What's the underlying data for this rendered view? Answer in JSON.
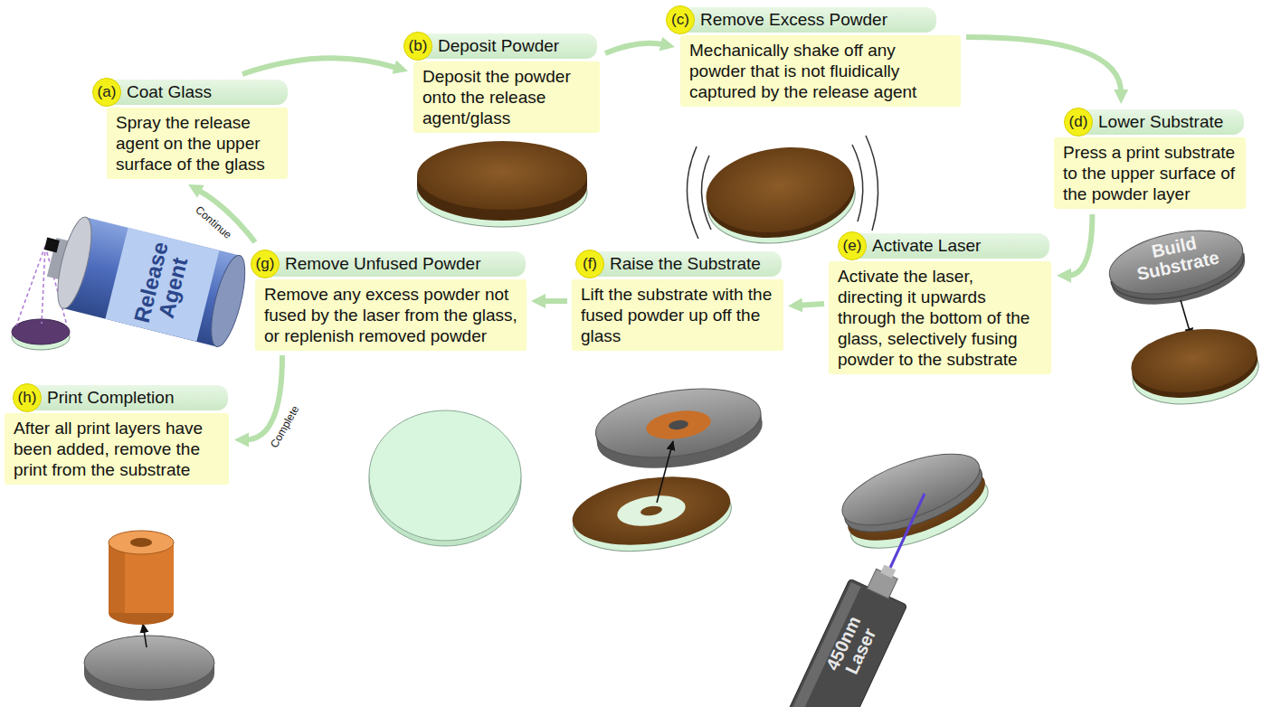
{
  "diagram": {
    "nodes": [
      {
        "text": [
          "(a)",
          "Coat Glass",
          "Spray the release agent on the upper surface of the glass"
        ]
      },
      {
        "text": [
          "(b)",
          "Deposit Powder",
          "Deposit the powder onto the release agent/glass"
        ]
      },
      {
        "text": [
          "(c)",
          "Remove Excess Powder",
          "Mechanically shake off any powder that is not fluidically captured by the release agent"
        ]
      },
      {
        "text": [
          "(d)",
          "Lower Substrate",
          "Press a print substrate to the upper surface of the powder layer"
        ]
      },
      {
        "text": [
          "(e)",
          "Activate Laser",
          "Activate the laser, directing it upwards through the bottom of the glass, selectively fusing powder to the substrate"
        ]
      },
      {
        "text": [
          "(f)",
          "Raise the Substrate",
          "Lift the substrate with the fused powder up off the glass"
        ]
      },
      {
        "text": [
          "(g)",
          "Remove Unfused Powder",
          "Remove any excess powder not fused by the laser from the glass, or replenish removed powder"
        ]
      },
      {
        "text": [
          "(h)",
          "Print Completion",
          "After all print layers have been added, remove the print from the substrate"
        ]
      }
    ],
    "edges": [
      {
        "from": 0,
        "to": 1,
        "arrow": "to"
      },
      {
        "from": 1,
        "to": 2,
        "arrow": "to"
      },
      {
        "from": 2,
        "to": 3,
        "arrow": "to"
      },
      {
        "from": 3,
        "to": 4,
        "arrow": "to"
      },
      {
        "from": 4,
        "to": 5,
        "arrow": "to"
      },
      {
        "from": 5,
        "to": 6,
        "arrow": "to"
      },
      {
        "from": 6,
        "to": 0,
        "label": "Continue",
        "arrow": "to"
      },
      {
        "from": 6,
        "to": 7,
        "label": "Complete",
        "arrow": "to"
      }
    ],
    "labels": [
      "Release Agent",
      "Build Substrate",
      "450nm Laser"
    ]
  }
}
